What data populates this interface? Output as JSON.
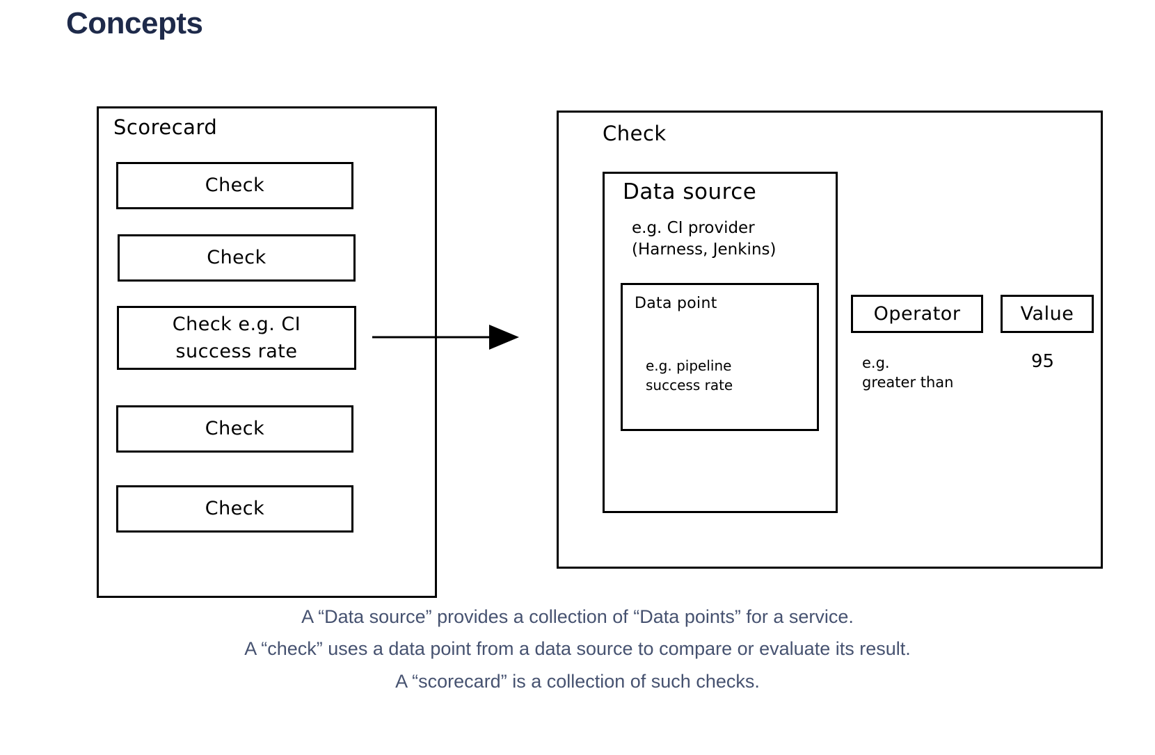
{
  "page": {
    "title": "Concepts",
    "title_color": "#1e2a4a",
    "background": "#ffffff"
  },
  "diagram": {
    "scorecard": {
      "label": "Scorecard",
      "checks": [
        {
          "label": "Check"
        },
        {
          "label": "Check"
        },
        {
          "label": "Check e.g. CI\nsuccess rate"
        },
        {
          "label": "Check"
        },
        {
          "label": "Check"
        }
      ]
    },
    "arrow": {
      "name": "arrow-right-icon",
      "from": "scorecard-check-3",
      "to": "check-detail-panel"
    },
    "check_detail": {
      "label": "Check",
      "data_source": {
        "label": "Data source",
        "example": "e.g. CI provider\n(Harness, Jenkins)",
        "data_point": {
          "label": "Data point",
          "example": "e.g. pipeline\nsuccess rate"
        }
      },
      "operator": {
        "label": "Operator",
        "example": "e.g.\ngreater than"
      },
      "value": {
        "label": "Value",
        "example": "95"
      }
    }
  },
  "caption": {
    "color": "#465270",
    "lines": [
      "A “Data source” provides a collection of “Data points” for a service.",
      "A “check” uses a data point from a data source to compare or evaluate its result.",
      "A “scorecard” is a collection of such checks."
    ]
  }
}
